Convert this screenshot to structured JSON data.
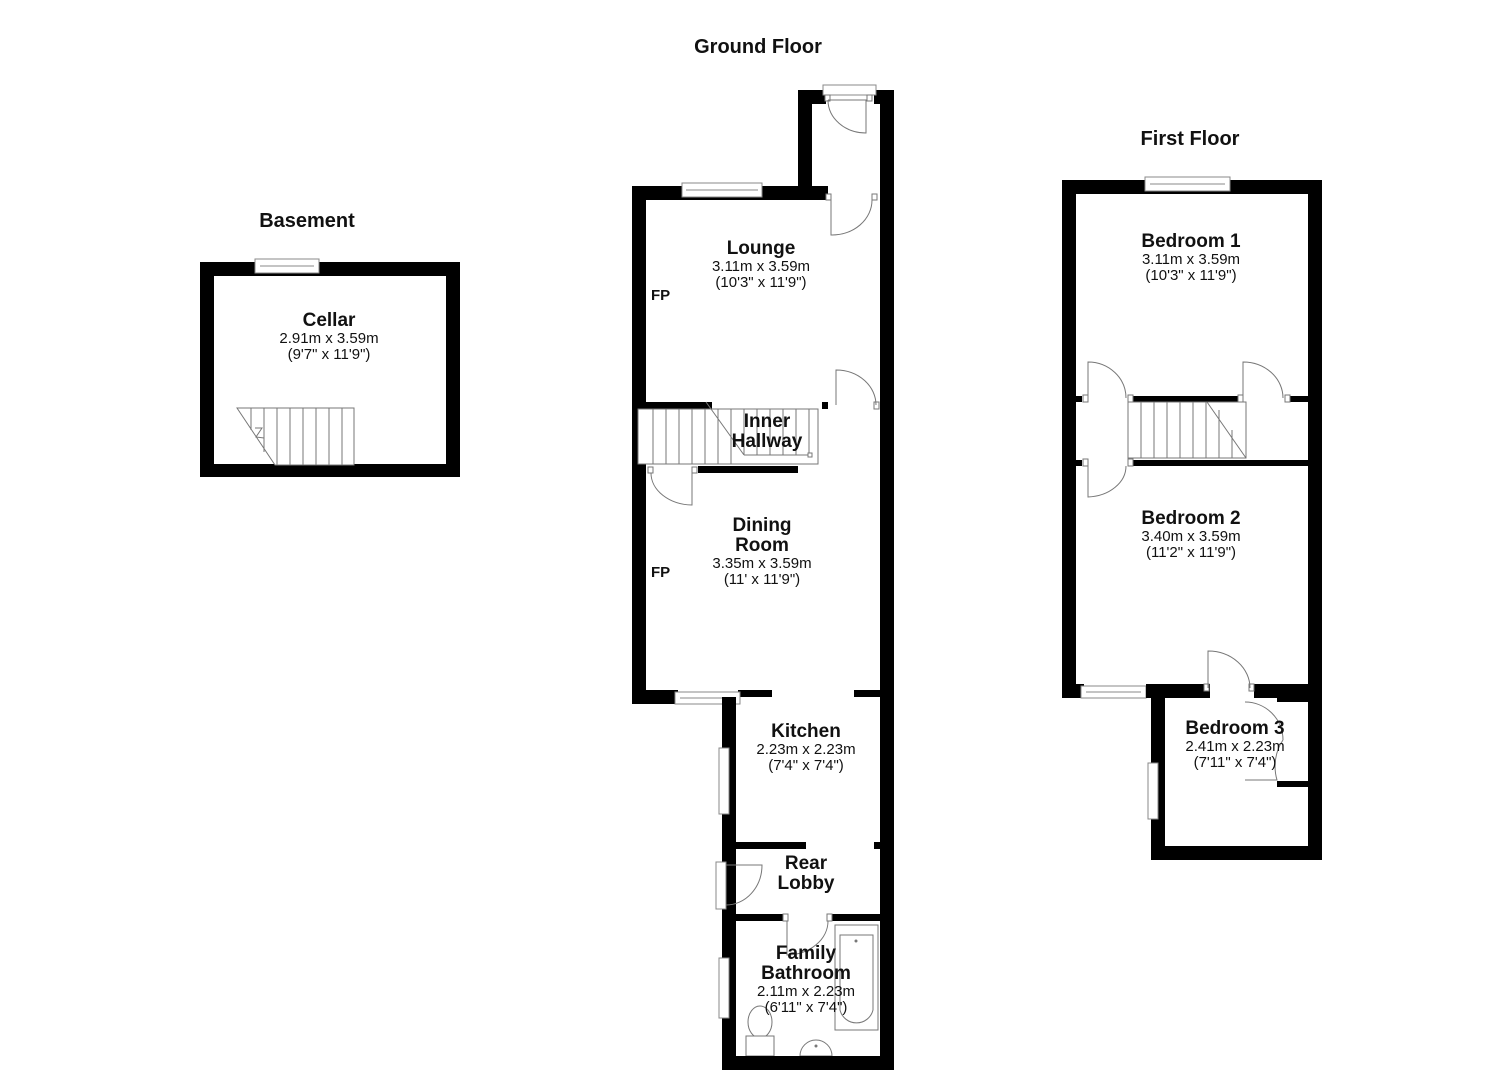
{
  "floors": [
    {
      "id": "basement",
      "title": "Basement",
      "rooms": [
        {
          "name": "Cellar",
          "metric": "2.91m x 3.59m",
          "imperial": "(9'7\" x 11'9\")"
        }
      ]
    },
    {
      "id": "ground",
      "title": "Ground Floor",
      "rooms": [
        {
          "name": "Lounge",
          "metric": "3.11m x 3.59m",
          "imperial": "(10'3\" x 11'9\")"
        },
        {
          "name": "Inner Hallway",
          "line1": "Inner",
          "line2": "Hallway"
        },
        {
          "name": "Dining Room",
          "line1": "Dining",
          "line2": "Room",
          "metric": "3.35m x 3.59m",
          "imperial": "(11' x 11'9\")"
        },
        {
          "name": "Kitchen",
          "metric": "2.23m x 2.23m",
          "imperial": "(7'4\" x 7'4\")"
        },
        {
          "name": "Rear Lobby",
          "line1": "Rear",
          "line2": "Lobby"
        },
        {
          "name": "Family Bathroom",
          "line1": "Family",
          "line2": "Bathroom",
          "metric": "2.11m x 2.23m",
          "imperial": "(6'11\" x 7'4\")"
        }
      ],
      "annotations": {
        "lounge_fp": "FP",
        "dining_fp": "FP"
      }
    },
    {
      "id": "first",
      "title": "First Floor",
      "rooms": [
        {
          "name": "Bedroom 1",
          "metric": "3.11m x 3.59m",
          "imperial": "(10'3\" x 11'9\")"
        },
        {
          "name": "Bedroom 2",
          "metric": "3.40m x 3.59m",
          "imperial": "(11'2\" x 11'9\")"
        },
        {
          "name": "Bedroom 3",
          "metric": "2.41m x 2.23m",
          "imperial": "(7'11\" x 7'4\")"
        }
      ]
    }
  ],
  "colors": {
    "wall": "#000000",
    "background": "#ffffff",
    "fixture_line": "#777777"
  }
}
